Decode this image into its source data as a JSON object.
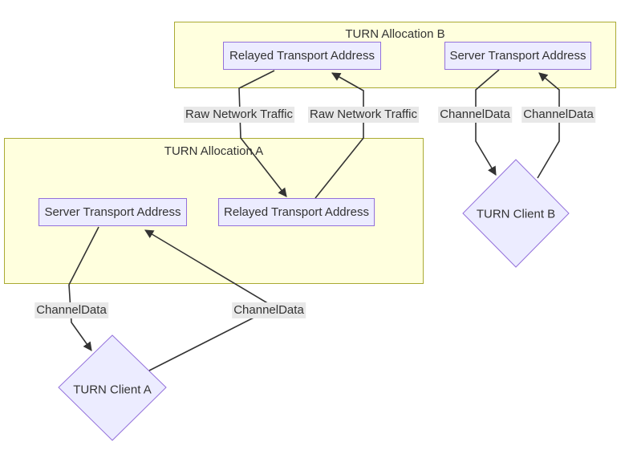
{
  "diagram": {
    "type": "flowchart",
    "colors": {
      "background": "#ffffff",
      "subgraph_fill": "#ffffde",
      "subgraph_border": "#aaaa33",
      "node_fill": "#ECECFF",
      "node_border": "#9370DB",
      "edge_color": "#333333",
      "edge_label_bg": "#e8e8e8",
      "text_color": "#333333"
    },
    "subgraphs": [
      {
        "title": "TURN Allocation B"
      },
      {
        "title": "TURN Allocation A"
      }
    ],
    "nodes": [
      {
        "id": "relayed-b",
        "label": "Relayed Transport Address",
        "shape": "rect",
        "container": "TURN Allocation B"
      },
      {
        "id": "server-b",
        "label": "Server Transport Address",
        "shape": "rect",
        "container": "TURN Allocation B"
      },
      {
        "id": "server-a",
        "label": "Server Transport Address",
        "shape": "rect",
        "container": "TURN Allocation A"
      },
      {
        "id": "relayed-a",
        "label": "Relayed Transport Address",
        "shape": "rect",
        "container": "TURN Allocation A"
      },
      {
        "id": "client-b",
        "label": "TURN Client B",
        "shape": "diamond",
        "container": null
      },
      {
        "id": "client-a",
        "label": "TURN Client A",
        "shape": "diamond",
        "container": null
      }
    ],
    "edges": [
      {
        "from": "relayed-b",
        "to": "relayed-a",
        "label": "Raw Network Traffic"
      },
      {
        "from": "relayed-a",
        "to": "relayed-b",
        "label": "Raw Network Traffic"
      },
      {
        "from": "server-b",
        "to": "client-b",
        "label": "ChannelData"
      },
      {
        "from": "client-b",
        "to": "server-b",
        "label": "ChannelData"
      },
      {
        "from": "server-a",
        "to": "client-a",
        "label": "ChannelData"
      },
      {
        "from": "client-a",
        "to": "server-a",
        "label": "ChannelData"
      }
    ]
  }
}
